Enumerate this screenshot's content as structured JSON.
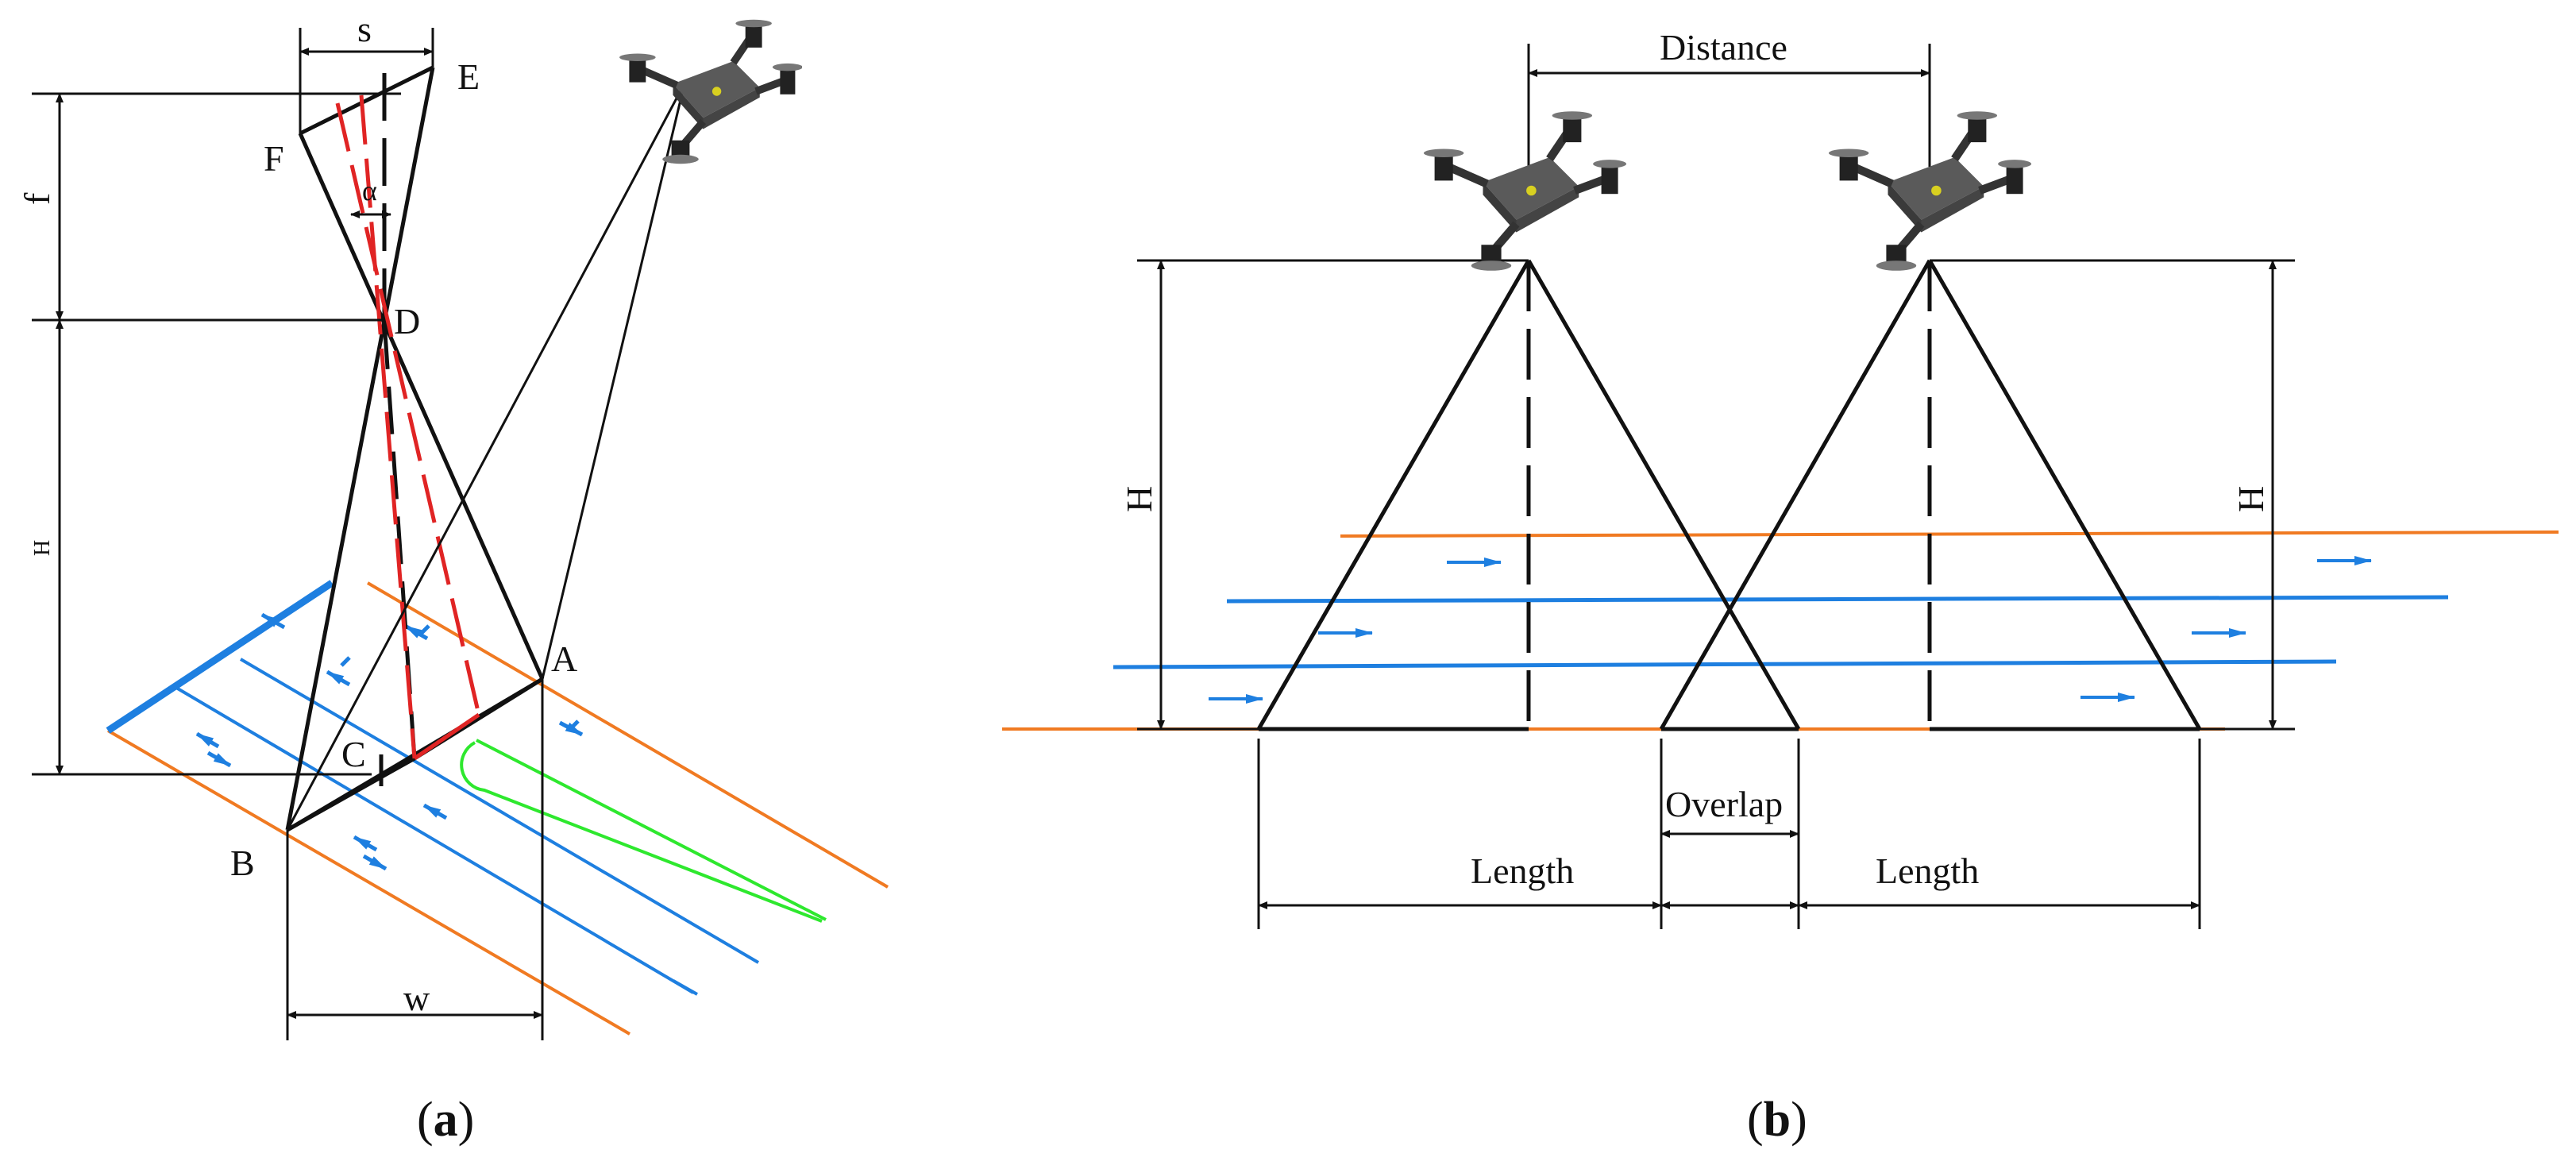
{
  "colors": {
    "black": "#111111",
    "red": "#e02424",
    "blue": "#1e7fe0",
    "orange": "#f07a22",
    "green": "#2ee82e",
    "drone_body": "#5a5a5a"
  },
  "panel_a": {
    "caption_open": "(",
    "caption_letter": "a",
    "caption_close": ")",
    "points": {
      "A": "A",
      "B": "B",
      "C": "C",
      "D": "D",
      "E": "E",
      "F": "F"
    },
    "dims": {
      "s": "s",
      "f": "f",
      "H": "H",
      "w": "w",
      "alpha": "α"
    }
  },
  "panel_b": {
    "caption_open": "(",
    "caption_letter": "b",
    "caption_close": ")",
    "distance": "Distance",
    "overlap": "Overlap",
    "length_left": "Length",
    "length_right": "Length",
    "H_left": "H",
    "H_right": "H"
  },
  "icons": [
    "drone-icon",
    "flow-arrow-icon"
  ]
}
